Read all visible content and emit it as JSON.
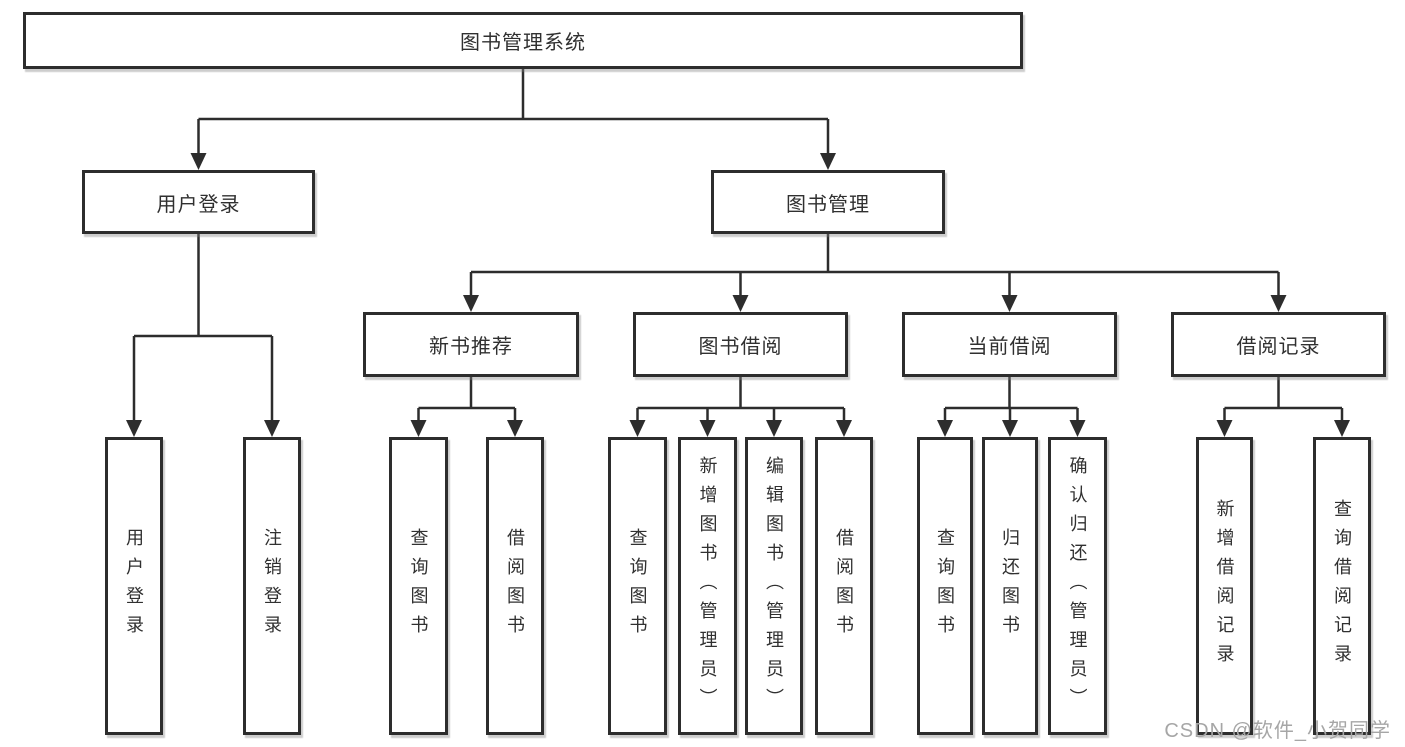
{
  "tree": {
    "root": {
      "label": "图书管理系统"
    },
    "branches": [
      {
        "label": "用户登录",
        "children": [
          {
            "label": "用户登录"
          },
          {
            "label": "注销登录"
          }
        ]
      },
      {
        "label": "图书管理",
        "children": [
          {
            "label": "新书推荐",
            "children": [
              {
                "label": "查询图书"
              },
              {
                "label": "借阅图书"
              }
            ]
          },
          {
            "label": "图书借阅",
            "children": [
              {
                "label": "查询图书"
              },
              {
                "label": "新增图书（管理员）"
              },
              {
                "label": "编辑图书（管理员）"
              },
              {
                "label": "借阅图书"
              }
            ]
          },
          {
            "label": "当前借阅",
            "children": [
              {
                "label": "查询图书"
              },
              {
                "label": "归还图书"
              },
              {
                "label": "确认归还（管理员）"
              }
            ]
          },
          {
            "label": "借阅记录",
            "children": [
              {
                "label": "新增借阅记录"
              },
              {
                "label": "查询借阅记录"
              }
            ]
          }
        ]
      }
    ]
  },
  "watermark": {
    "text": "CSDN @软件_小贺同学"
  },
  "colors": {
    "line": "#2d2d2d",
    "box_border": "#2d2d2d",
    "text": "#303030",
    "watermark": "#a6a6a6",
    "background": "#ffffff"
  }
}
